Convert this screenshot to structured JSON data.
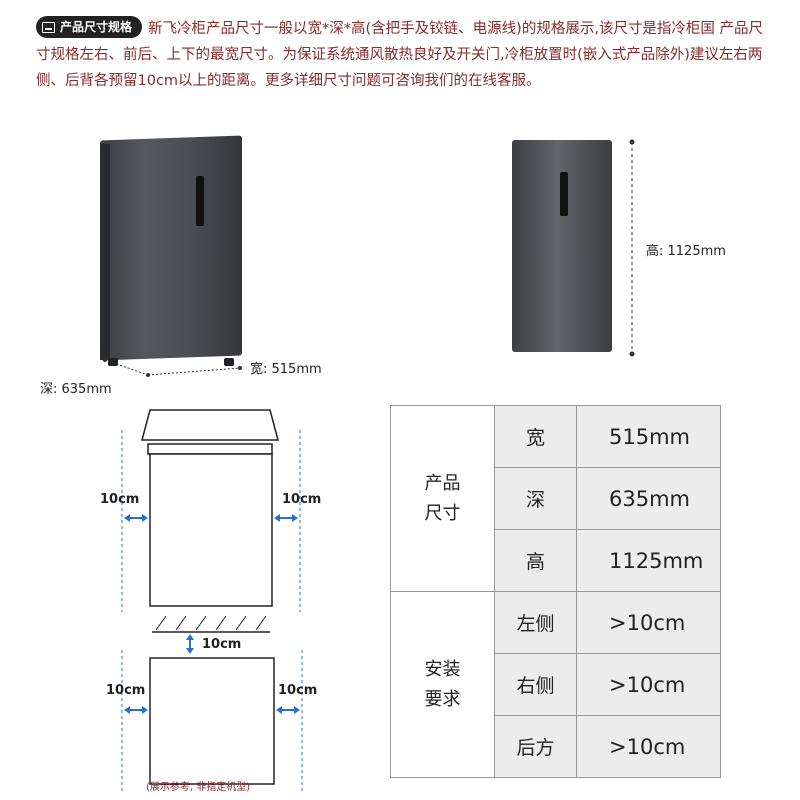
{
  "header": {
    "tag": "产品尺寸规格",
    "notice": "新飞冷柜产品尺寸一般以宽*深*高(含把手及铰链、电源线)的规格展示,该尺寸是指冷柜国 产品尺寸规格左右、前后、上下的最宽尺寸。为保证系统通风散热良好及开关门,冷柜放置时(嵌入式产品除外)建议左右两侧、后背各预留10cm以上的距离。更多详细尺寸问题可咨询我们的在线客服。"
  },
  "dimensions": {
    "width": "宽: 515mm",
    "depth": "深: 635mm",
    "height": "高: 1125mm"
  },
  "diagrams": {
    "front_left": "10cm",
    "front_right": "10cm",
    "top_back": "10cm",
    "top_left": "10cm",
    "top_right": "10cm",
    "caption": "(展示参考, 非指定机型)"
  },
  "table": {
    "size_group": [
      "产品",
      "尺寸"
    ],
    "install_group": [
      "安装",
      "要求"
    ],
    "size_rows": [
      {
        "key": "宽",
        "value": "515mm"
      },
      {
        "key": "深",
        "value": "635mm"
      },
      {
        "key": "高",
        "value": "1125mm"
      }
    ],
    "install_rows": [
      {
        "key": "左侧",
        "value": ">10cm"
      },
      {
        "key": "右侧",
        "value": ">10cm"
      },
      {
        "key": "后方",
        "value": ">10cm"
      }
    ]
  },
  "colors": {
    "notice_text": "#8a2a2a",
    "arrow_blue": "#2b6fd6",
    "table_bg": "#ececec"
  },
  "icons": {
    "tag_icon": "ruler-box-icon"
  }
}
